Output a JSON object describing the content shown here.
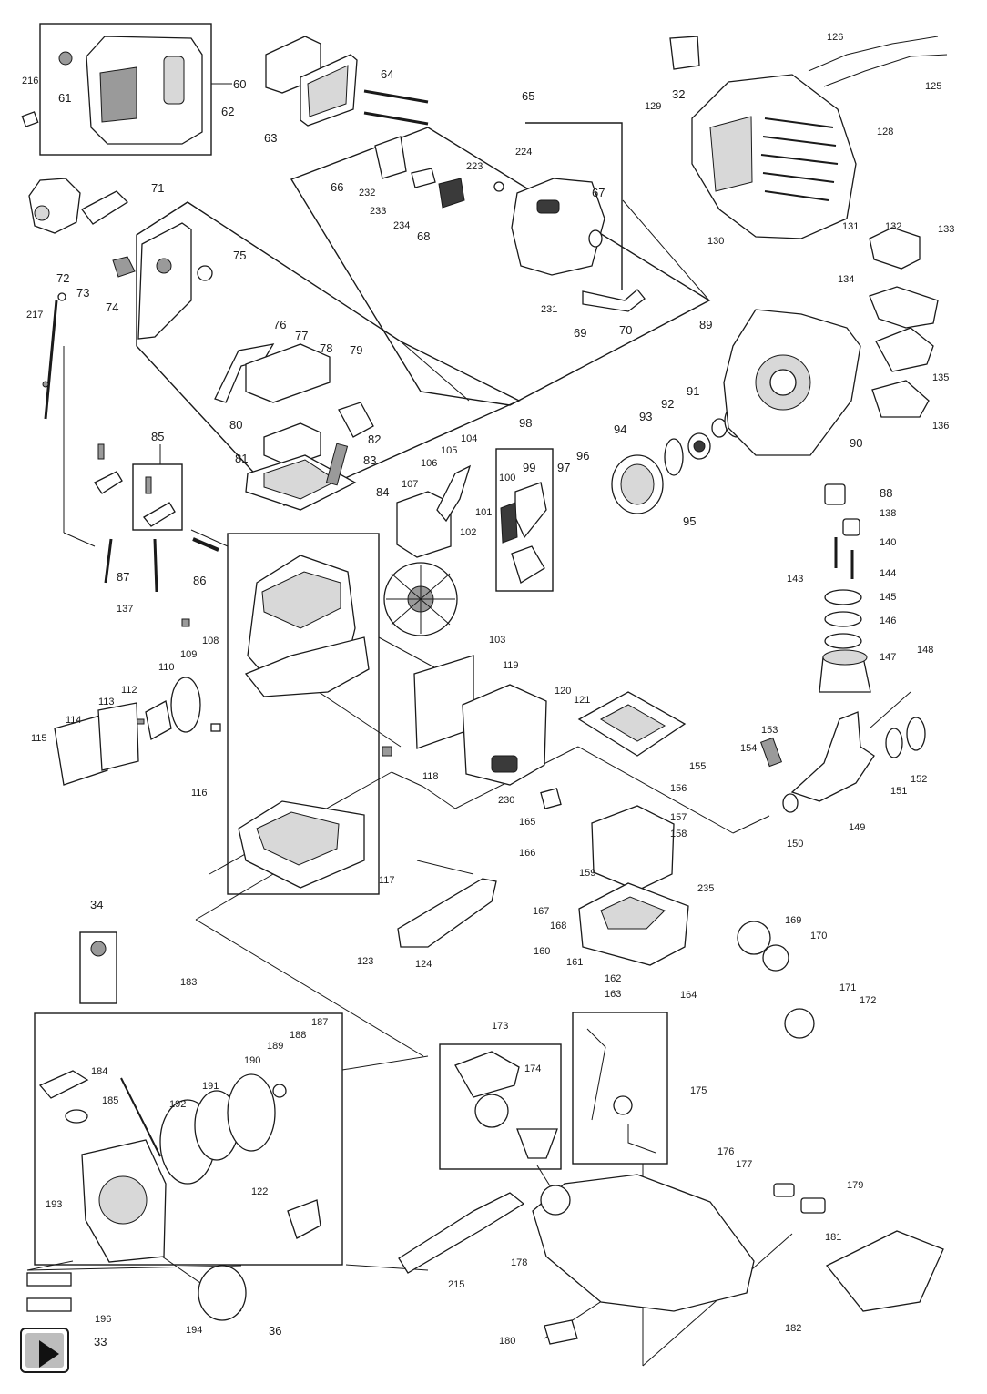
{
  "callouts": {
    "c32": "32",
    "c33": "33",
    "c34": "34",
    "c36": "36",
    "c60": "60",
    "c61": "61",
    "c62": "62",
    "c63": "63",
    "c64": "64",
    "c65": "65",
    "c66": "66",
    "c67": "67",
    "c68": "68",
    "c69": "69",
    "c70": "70",
    "c71": "71",
    "c72": "72",
    "c73": "73",
    "c74": "74",
    "c75": "75",
    "c76": "76",
    "c77": "77",
    "c78": "78",
    "c79": "79",
    "c80": "80",
    "c81": "81",
    "c82": "82",
    "c83": "83",
    "c84": "84",
    "c85": "85",
    "c86": "86",
    "c87": "87",
    "c88": "88",
    "c89": "89",
    "c90": "90",
    "c91": "91",
    "c92": "92",
    "c93": "93",
    "c94": "94",
    "c95": "95",
    "c96": "96",
    "c97": "97",
    "c98": "98",
    "c99": "99",
    "c100": "100",
    "c101": "101",
    "c102": "102",
    "c103": "103",
    "c104": "104",
    "c105": "105",
    "c106": "106",
    "c107": "107",
    "c108": "108",
    "c109": "109",
    "c110": "110",
    "c112": "112",
    "c113": "113",
    "c114": "114",
    "c115": "115",
    "c116": "116",
    "c117": "117",
    "c118": "118",
    "c119": "119",
    "c120": "120",
    "c121": "121",
    "c122": "122",
    "c123": "123",
    "c124": "124",
    "c125": "125",
    "c126": "126",
    "c128": "128",
    "c129": "129",
    "c130": "130",
    "c131": "131",
    "c132": "132",
    "c133": "133",
    "c134": "134",
    "c135": "135",
    "c136": "136",
    "c137": "137",
    "c138": "138",
    "c140": "140",
    "c143": "143",
    "c144": "144",
    "c145": "145",
    "c146": "146",
    "c147": "147",
    "c148": "148",
    "c149": "149",
    "c150": "150",
    "c151": "151",
    "c152": "152",
    "c153": "153",
    "c154": "154",
    "c155": "155",
    "c156": "156",
    "c157": "157",
    "c158": "158",
    "c159": "159",
    "c160": "160",
    "c161": "161",
    "c162": "162",
    "c163": "163",
    "c164": "164",
    "c165": "165",
    "c166": "166",
    "c167": "167",
    "c168": "168",
    "c169": "169",
    "c170": "170",
    "c171": "171",
    "c172": "172",
    "c173": "173",
    "c174": "174",
    "c175": "175",
    "c176": "176",
    "c177": "177",
    "c178": "178",
    "c179": "179",
    "c180": "180",
    "c181": "181",
    "c182": "182",
    "c183": "183",
    "c184": "184",
    "c185": "185",
    "c187": "187",
    "c188": "188",
    "c189": "189",
    "c190": "190",
    "c191": "191",
    "c192": "192",
    "c193": "193",
    "c194": "194",
    "c196": "196",
    "c215": "215",
    "c216": "216",
    "c217": "217",
    "c223": "223",
    "c224": "224",
    "c230": "230",
    "c231": "231",
    "c232": "232",
    "c233": "233",
    "c234": "234",
    "c235": "235"
  },
  "icons": {
    "play": "play-icon"
  }
}
